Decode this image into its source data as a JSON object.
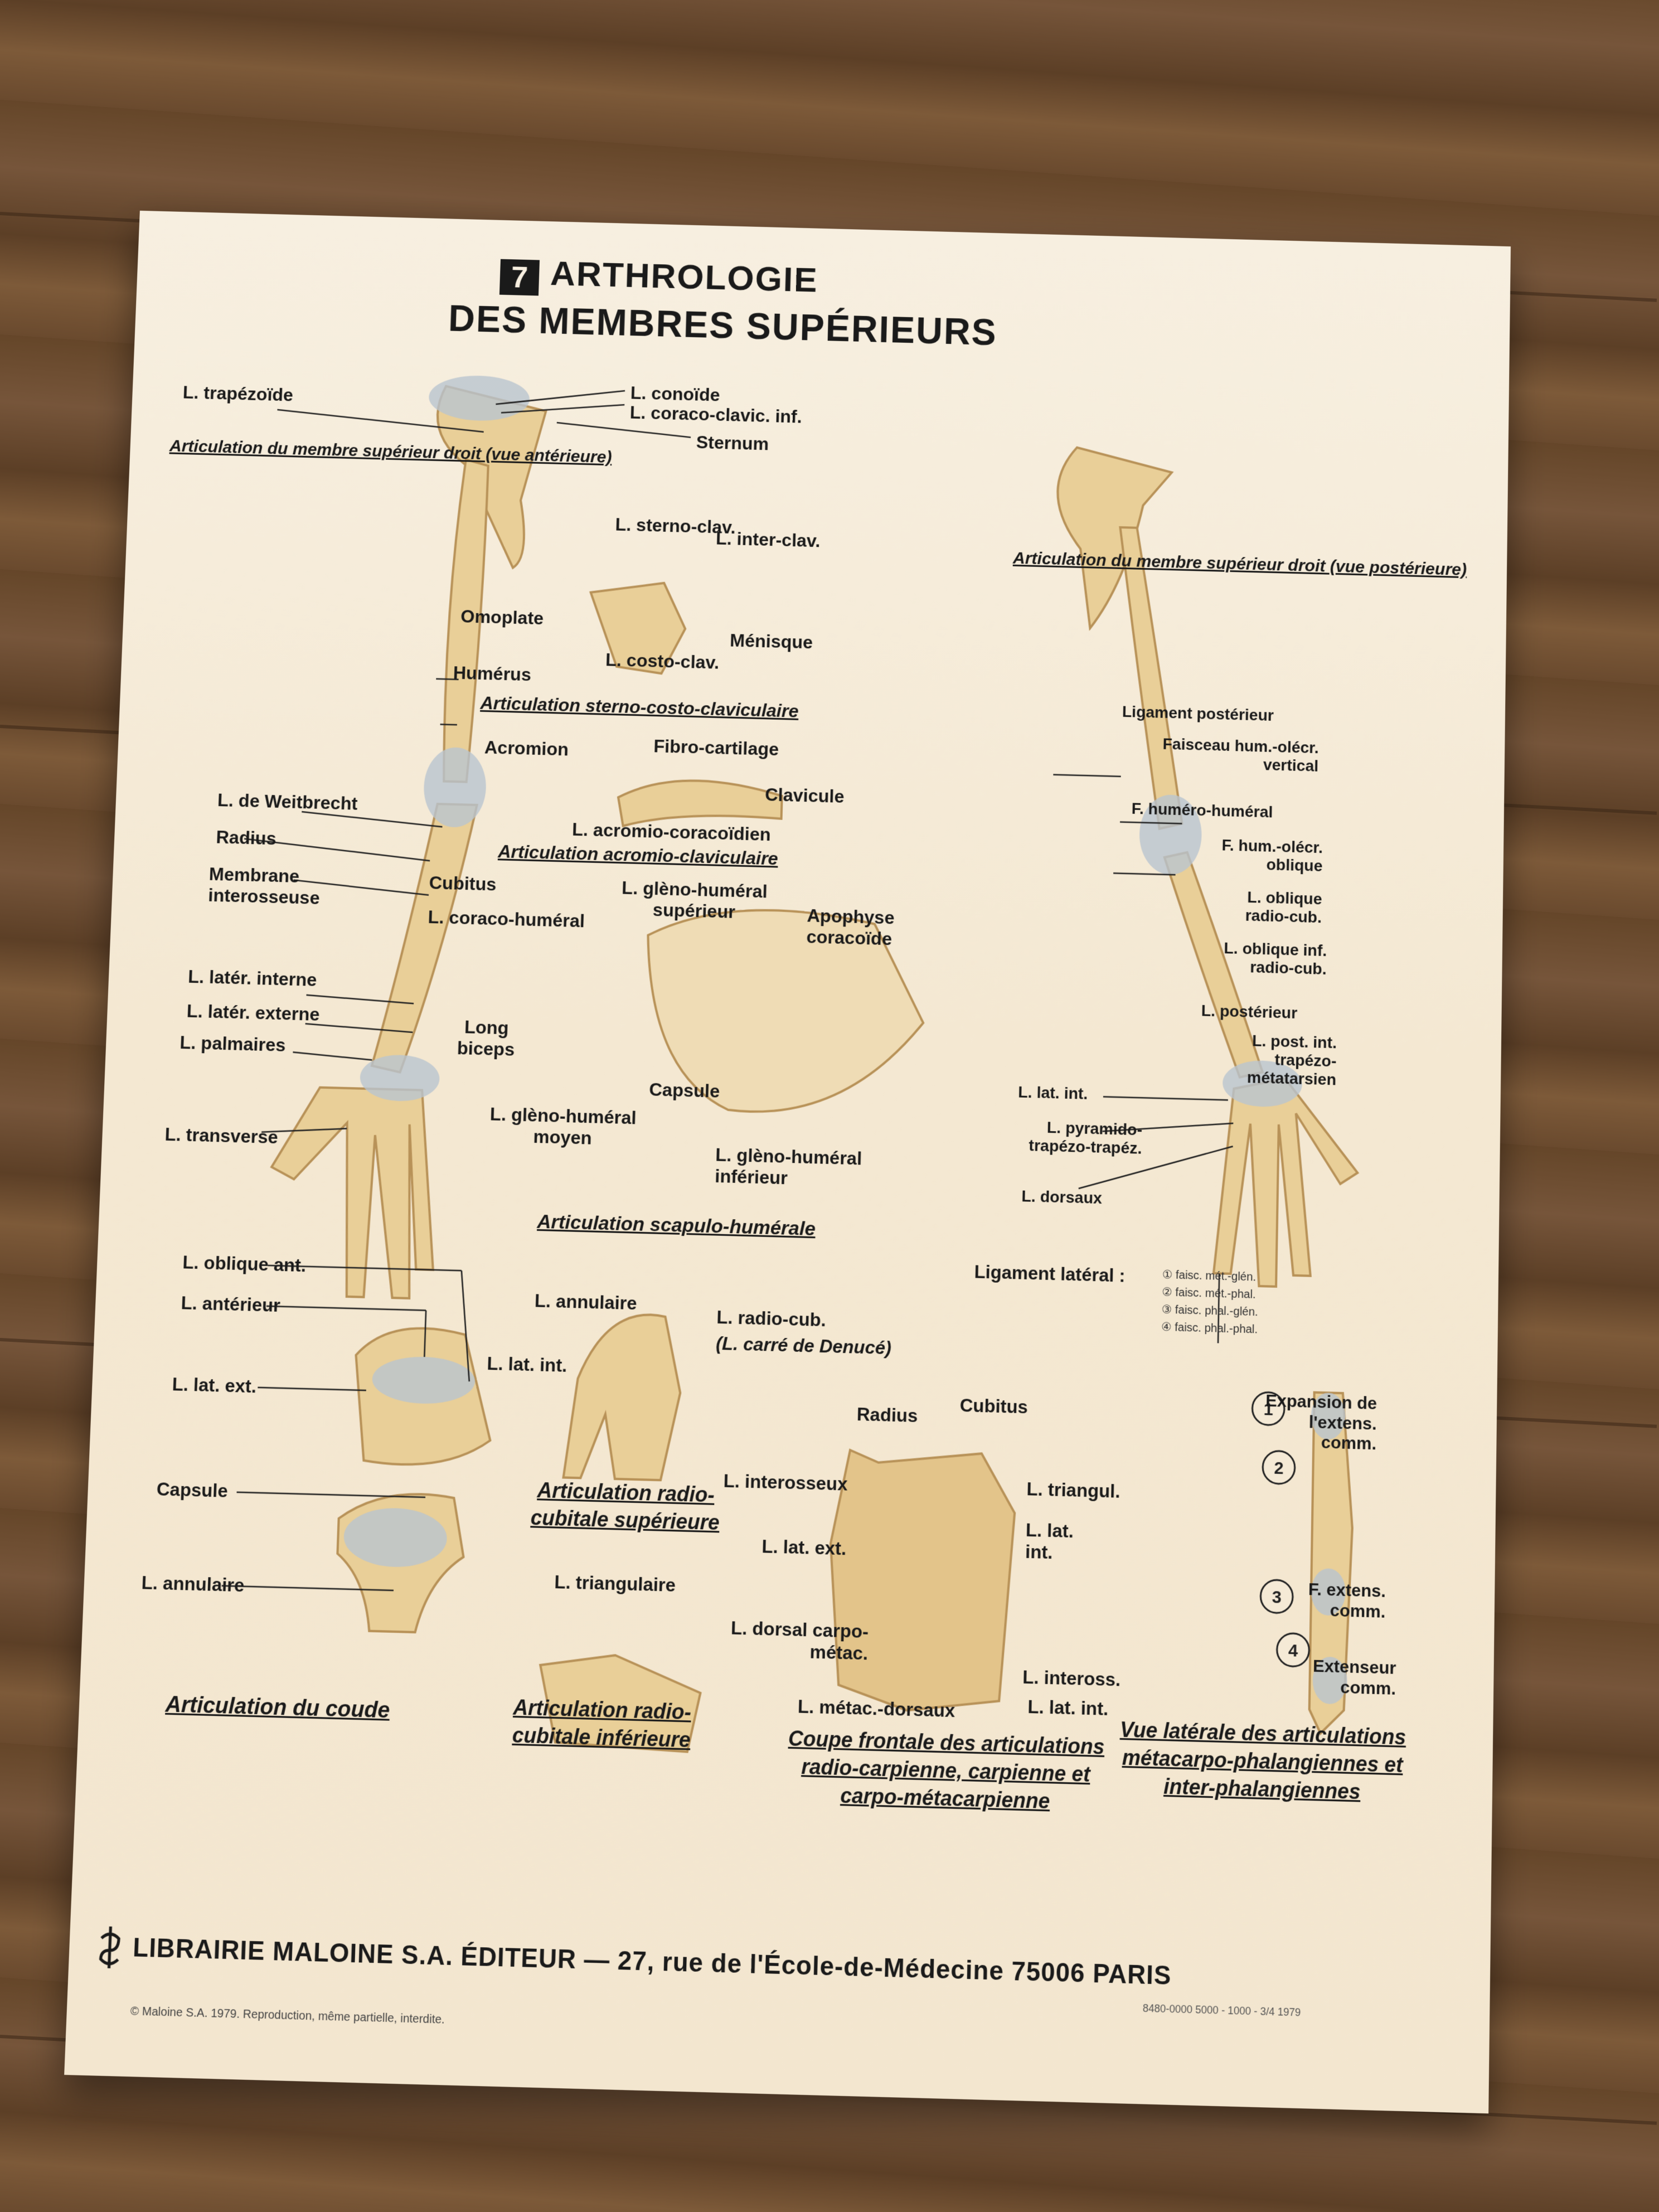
{
  "poster": {
    "number": "7",
    "title_line1": "ARTHROLOGIE",
    "title_line2": "DES MEMBRES SUPÉRIEURS",
    "publisher": "LIBRAIRIE MALOINE S.A. ÉDITEUR — 27, rue de l'École-de-Médecine 75006 PARIS",
    "copyright": "© Maloine S.A. 1979. Reproduction, même partielle, interdite.",
    "print_code": "8480-0000 5000 - 1000 - 3/4 1979"
  },
  "captions": {
    "anterior_view": "Articulation du membre supérieur droit (vue antérieure)",
    "posterior_view": "Articulation du membre supérieur droit (vue postérieure)",
    "sterno": "Articulation sterno-costo-claviculaire",
    "acromio": "Articulation acromio-claviculaire",
    "scapulo": "Articulation scapulo-humérale",
    "radio_sup": "Articulation radio-cubitale supérieure",
    "coude": "Articulation du coude",
    "radio_inf": "Articulation radio-cubitale inférieure",
    "coupe": "Coupe frontale des articulations radio-carpienne, carpienne et carpo-métacarpienne",
    "vue_laterale": "Vue latérale des articulations métacarpo-phalangiennes et inter-phalangiennes"
  },
  "labels": {
    "trapezoide": "L. trapézoïde",
    "conoide": "L. conoïde",
    "coraco_clavic": "L. coraco-clavic. inf.",
    "sternum": "Sternum",
    "sterno_clav": "L. sterno-clav.",
    "inter_clav": "L. inter-clav.",
    "omoplate": "Omoplate",
    "menisque": "Ménisque",
    "costo_clav": "L. costo-clav.",
    "humerus": "Humérus",
    "acromion": "Acromion",
    "fibro_cartilage": "Fibro-cartilage",
    "clavicule": "Clavicule",
    "acromio_coracoidien": "L. acromio-coracoïdien",
    "weitbrecht": "L. de Weitbrecht",
    "radius": "Radius",
    "membrane": "Membrane interosseuse",
    "cubitus": "Cubitus",
    "coraco_humeral": "L. coraco-huméral",
    "gleno_sup": "L. glèno-huméral supérieur",
    "apophyse": "Apophyse coracoïde",
    "later_interne": "L. latér. interne",
    "later_externe": "L. latér. externe",
    "palmaires": "L. palmaires",
    "long_biceps": "Long biceps",
    "capsule_scap": "Capsule",
    "gleno_moyen": "L. glèno-huméral moyen",
    "gleno_inf": "L. glèno-huméral inférieur",
    "transverse": "L. transverse",
    "lig_posterieur": "Ligament postérieur",
    "faisceau": "Faisceau hum.-olécr. vertical",
    "humero_humeral": "F. huméro-huméral",
    "hum_olecr": "F. hum.-olécr. oblique",
    "oblique_radio": "L. oblique radio-cub.",
    "oblique_inf": "L. oblique inf. radio-cub.",
    "posterieur_l": "L. postérieur",
    "post_trapezo": "L. post. int. trapézo-métatarsien",
    "lat_int": "L. lat. int.",
    "pyramido": "L. pyramido-trapézo-trapéz.",
    "dorsaux": "L. dorsaux",
    "oblique_ant": "L. oblique ant.",
    "anterieur": "L. antérieur",
    "lat_int_coude": "L. lat. int.",
    "lat_ext": "L. lat. ext.",
    "annulaire_sup": "L. annulaire",
    "radio_cub": "L. radio-cub.",
    "carre_denuce": "(L. carré de Denucé)",
    "capsule_coude": "Capsule",
    "annulaire_coude": "L. annulaire",
    "triangulaire": "L. triangulaire",
    "radius_coupe": "Radius",
    "cubitus_coupe": "Cubitus",
    "interosseux": "L. interosseux",
    "triangul": "L. triangul.",
    "lat_ext_coupe": "L. lat. ext.",
    "lat_int_coupe": "L. lat. int.",
    "dorsal_carpo": "L. dorsal carpo-métac.",
    "metac_dorsaux": "L. métac.-dorsaux",
    "inteross": "L. inteross.",
    "lat_int_coupe2": "L. lat. int.",
    "ligament_lateral": "Ligament latéral :",
    "expansion": "Expansion de l'extens. comm.",
    "f_extens": "F. extens. comm.",
    "extenseur": "Extenseur comm."
  },
  "legend_ligament": [
    "① faisc. mét.-glén.",
    "② faisc. mét.-phal.",
    "③ faisc. phal.-glén.",
    "④ faisc. phal.-phal."
  ],
  "circle_numbers": [
    "1",
    "2",
    "3",
    "4"
  ],
  "colors": {
    "bone": "#e9cf98",
    "bone_shade": "#caa46a",
    "ligament": "#b9c4cf",
    "paper": "#f5ead6"
  }
}
